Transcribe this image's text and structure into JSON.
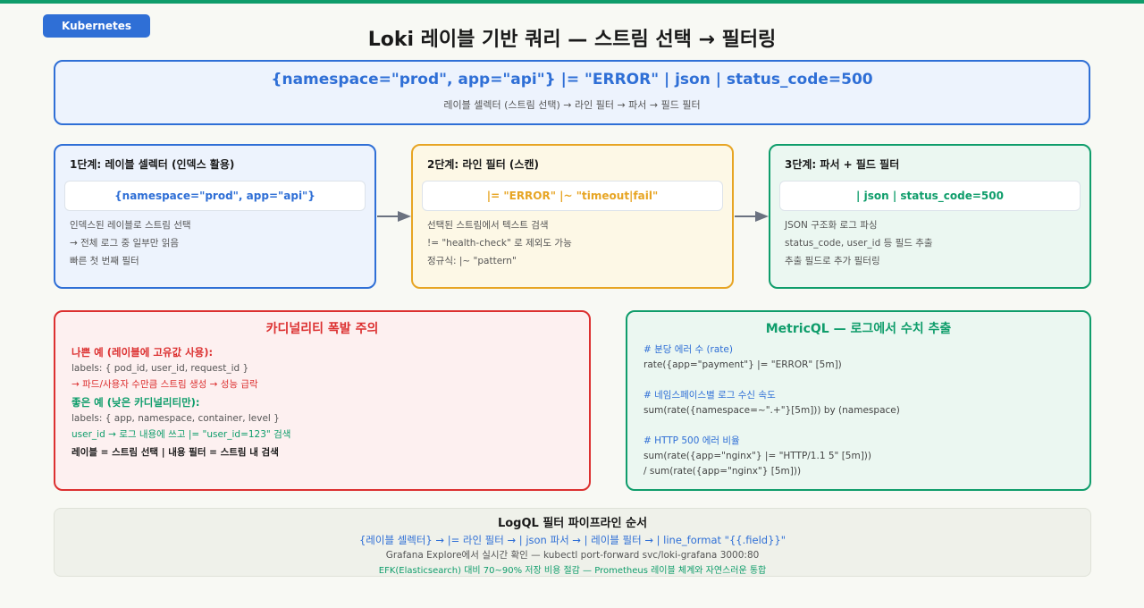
{
  "badge": "Kubernetes",
  "title": "Loki 레이블 기반 쿼리 — 스트림 선택 → 필터링",
  "query": {
    "main": "{namespace=\"prod\", app=\"api\"} |= \"ERROR\" | json | status_code=500",
    "sub": "레이블 셀렉터 (스트림 선택) → 라인 필터 → 파서 → 필드 필터"
  },
  "stages": [
    {
      "title": "1단계: 레이블 셀렉터 (인덱스 활용)",
      "code": "{namespace=\"prod\", app=\"api\"}",
      "lines": [
        "인덱스된 레이블로 스트림 선택",
        "→ 전체 로그 중 일부만 읽음",
        "빠른 첫 번째 필터"
      ]
    },
    {
      "title": "2단계: 라인 필터 (스캔)",
      "code": "|= \"ERROR\" |~ \"timeout|fail\"",
      "lines": [
        "선택된 스트림에서 텍스트 검색",
        "!= \"health-check\" 로 제외도 가능",
        "정규식: |~ \"pattern\""
      ]
    },
    {
      "title": "3단계: 파서 + 필드 필터",
      "code": "| json | status_code=500",
      "lines": [
        "JSON 구조화 로그 파싱",
        "status_code, user_id 등 필드 추출",
        "추출 필드로 추가 필터링"
      ]
    }
  ],
  "cardinality": {
    "title": "카디널리티 폭발 주의",
    "bad_head": "나쁜 예 (레이블에 고유값 사용):",
    "bad_labels": "labels: { pod_id, user_id, request_id }",
    "bad_effect": "→ 파드/사용자 수만큼 스트림 생성 → 성능 급락",
    "good_head": "좋은 예 (낮은 카디널리티만):",
    "good_labels": "labels: { app, namespace, container, level }",
    "good_tip": "user_id → 로그 내용에 쓰고 |= \"user_id=123\" 검색",
    "summary": "레이블 = 스트림 선택 | 내용 필터 = 스트림 내 검색"
  },
  "metric": {
    "title": "MetricQL — 로그에서 수치 추출",
    "lines": [
      {
        "text": "# 분당 에러 수 (rate)",
        "comment": true
      },
      {
        "text": "rate({app=\"payment\"} |= \"ERROR\" [5m])",
        "comment": false
      },
      {
        "text": "",
        "comment": false
      },
      {
        "text": "# 네임스페이스별 로그 수신 속도",
        "comment": true
      },
      {
        "text": "sum(rate({namespace=~\".+\"}[5m])) by (namespace)",
        "comment": false
      },
      {
        "text": "",
        "comment": false
      },
      {
        "text": "# HTTP 500 에러 비율",
        "comment": true
      },
      {
        "text": "sum(rate({app=\"nginx\"} |= \"HTTP/1.1 5\" [5m]))",
        "comment": false
      },
      {
        "text": "/ sum(rate({app=\"nginx\"} [5m]))",
        "comment": false
      }
    ]
  },
  "footer": {
    "title": "LogQL 필터 파이프라인 순서",
    "pipeline": "{레이블 셀렉터} → |= 라인 필터 → | json 파서 → | 레이블 필터 → | line_format \"{{.field}}\"",
    "tip": "Grafana Explore에서 실시간 확인 — kubectl port-forward svc/loki-grafana 3000:80",
    "comparison": "EFK(Elasticsearch) 대비 70~90% 저장 비용 절감 — Prometheus 레이블 체계와 자연스러운 통합"
  },
  "colors": {
    "blue": "#2f6fd6",
    "amber": "#e7a524",
    "green": "#0f9d6b",
    "red": "#dc3030"
  }
}
